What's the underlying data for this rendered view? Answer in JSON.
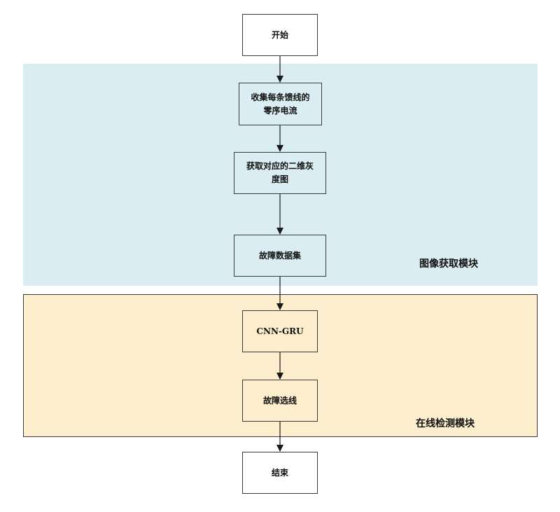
{
  "regions": {
    "image_acquisition": {
      "label": "图像获取模块"
    },
    "online_detection": {
      "label": "在线检测模块"
    }
  },
  "nodes": {
    "start": "开始",
    "collect_line1": "收集每条馈线的",
    "collect_line2": "零序电流",
    "gray_line1": "获取对应的二维灰",
    "gray_line2": "度图",
    "dataset": "故障数据集",
    "model": "CNN-GRU",
    "selection": "故障选线",
    "end": "结束"
  },
  "colors": {
    "acquisition_region": "#daedf2",
    "detection_region": "#fdefce",
    "stroke": "#3a3a3a"
  }
}
